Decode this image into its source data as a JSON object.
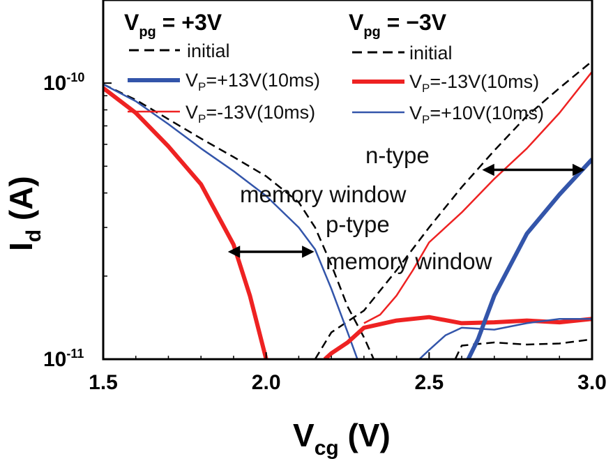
{
  "chart_data": {
    "type": "line",
    "xlabel_main": "V",
    "xlabel_sub": "cg",
    "xlabel_unit": " (V)",
    "ylabel_main": "I",
    "ylabel_sub": "d",
    "ylabel_unit": " (A)",
    "xlim": [
      1.5,
      3.0
    ],
    "ylim": [
      1e-11,
      2e-10
    ],
    "yscale": "log",
    "x_ticks": [
      "1.5",
      "2.0",
      "2.5",
      "3.0"
    ],
    "y_ticks": [
      {
        "base": "10",
        "exp": "-10"
      },
      {
        "base": "10",
        "exp": "-11"
      }
    ],
    "legend_groups": [
      {
        "title_main": "V",
        "title_sub": "pg",
        "title_rest": " = +3V",
        "initial": "initial",
        "entries": [
          {
            "main": "V",
            "sub": "P",
            "rest": "=+13V(10ms)",
            "color": "#3355aa",
            "width": 6
          },
          {
            "main": "V",
            "sub": "P",
            "rest": "=-13V(10ms)",
            "color": "#ee2222",
            "width": 2.5
          }
        ]
      },
      {
        "title_main": "V",
        "title_sub": "pg",
        "title_rest": " = −3V",
        "initial": "initial",
        "entries": [
          {
            "main": "V",
            "sub": "P",
            "rest": "=-13V(10ms)",
            "color": "#ee2222",
            "width": 6
          },
          {
            "main": "V",
            "sub": "P",
            "rest": "=+10V(10ms)",
            "color": "#3355aa",
            "width": 2.5
          }
        ]
      }
    ],
    "annotations": {
      "n_type": "n-type",
      "memory_window_1": "memory window",
      "p_type": "p-type",
      "memory_window_2": "memory window"
    },
    "series": [
      {
        "color": "#000000",
        "width": 2.5,
        "dash": true,
        "x": [
          1.5,
          1.6,
          1.7,
          1.8,
          1.9,
          2.0,
          2.1,
          2.15,
          2.2,
          2.25,
          2.3,
          2.33
        ],
        "y": [
          9.9e-11,
          8.7e-11,
          7.4e-11,
          6.3e-11,
          5.4e-11,
          4.6e-11,
          3.7e-11,
          3e-11,
          2.2e-11,
          1.55e-11,
          1.2e-11,
          1e-11
        ]
      },
      {
        "color": "#000000",
        "width": 2.5,
        "dash": true,
        "x": [
          2.15,
          2.2,
          2.3,
          2.4,
          2.5,
          2.6,
          2.7,
          2.8,
          2.9,
          3.0
        ],
        "y": [
          1e-11,
          1.25e-11,
          1.5e-11,
          2.1e-11,
          3e-11,
          4.2e-11,
          5.7e-11,
          7.6e-11,
          9.6e-11,
          1.2e-10
        ]
      },
      {
        "color": "#000000",
        "width": 2.5,
        "dash": true,
        "x": [
          2.58,
          2.6,
          2.7,
          2.8,
          2.9,
          3.0
        ],
        "y": [
          1e-11,
          1.12e-11,
          1.15e-11,
          1.13e-11,
          1.14e-11,
          1.18e-11
        ]
      },
      {
        "color": "#3355aa",
        "width": 2.5,
        "dash": false,
        "x": [
          1.5,
          1.6,
          1.7,
          1.8,
          1.9,
          2.0,
          2.1,
          2.15,
          2.2,
          2.25,
          2.28
        ],
        "y": [
          9.9e-11,
          8.6e-11,
          7.1e-11,
          5.8e-11,
          4.8e-11,
          3.9e-11,
          3e-11,
          2.5e-11,
          1.8e-11,
          1.25e-11,
          1e-11
        ]
      },
      {
        "color": "#ee2222",
        "width": 6,
        "dash": false,
        "x": [
          1.5,
          1.6,
          1.7,
          1.8,
          1.9,
          1.95,
          2.0
        ],
        "y": [
          9.6e-11,
          7.8e-11,
          5.9e-11,
          4.3e-11,
          2.6e-11,
          1.7e-11,
          1e-11
        ]
      },
      {
        "color": "#ee2222",
        "width": 6,
        "dash": false,
        "x": [
          2.18,
          2.2,
          2.25,
          2.3,
          2.4,
          2.5,
          2.6,
          2.7,
          2.8,
          2.9,
          3.0
        ],
        "y": [
          1e-11,
          1.05e-11,
          1.15e-11,
          1.3e-11,
          1.38e-11,
          1.42e-11,
          1.35e-11,
          1.36e-11,
          1.38e-11,
          1.36e-11,
          1.4e-11
        ]
      },
      {
        "color": "#ee2222",
        "width": 2.5,
        "dash": false,
        "x": [
          2.3,
          2.35,
          2.4,
          2.45,
          2.5,
          2.6,
          2.7,
          2.8,
          2.9,
          3.0
        ],
        "y": [
          1.35e-11,
          1.45e-11,
          1.7e-11,
          2.1e-11,
          2.65e-11,
          3.4e-11,
          4.5e-11,
          5.8e-11,
          7.8e-11,
          1.1e-10
        ]
      },
      {
        "color": "#3355aa",
        "width": 6,
        "dash": false,
        "x": [
          2.62,
          2.65,
          2.7,
          2.8,
          2.9,
          3.0
        ],
        "y": [
          1e-11,
          1.18e-11,
          1.7e-11,
          2.85e-11,
          3.95e-11,
          5.3e-11
        ]
      },
      {
        "color": "#3355aa",
        "width": 2.5,
        "dash": false,
        "x": [
          2.47,
          2.5,
          2.55,
          2.6,
          2.7,
          2.8,
          2.9,
          3.0
        ],
        "y": [
          1e-11,
          1.08e-11,
          1.22e-11,
          1.3e-11,
          1.28e-11,
          1.35e-11,
          1.4e-11,
          1.4e-11
        ]
      }
    ],
    "arrows": [
      {
        "x1": 1.89,
        "x2": 2.14,
        "y": 2.45e-11
      },
      {
        "x1": 2.67,
        "x2": 2.97,
        "y": 4.85e-11
      }
    ]
  }
}
